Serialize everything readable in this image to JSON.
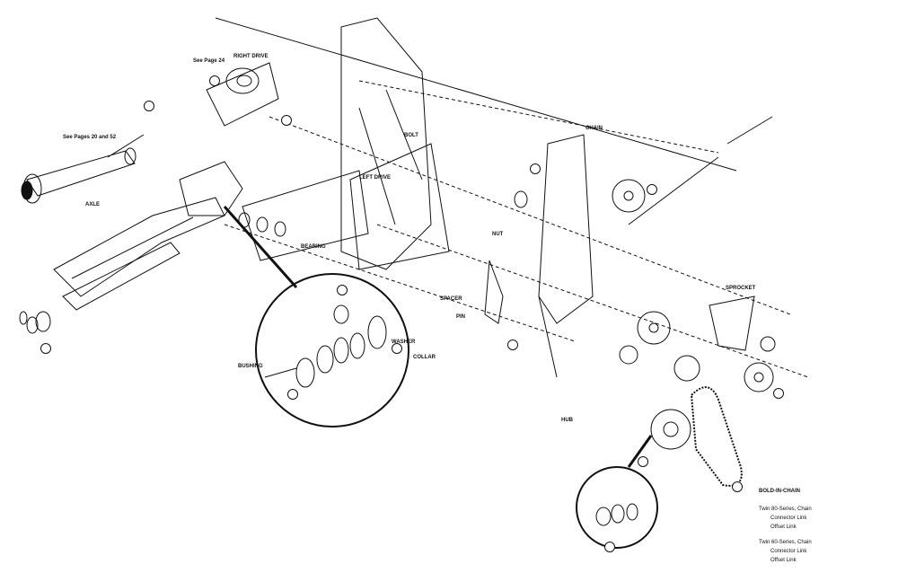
{
  "labels": {
    "see_pages": "See Pages 20 and 52",
    "see_page_top": "See Page 24",
    "r1": "RIGHT DRIVE",
    "r2": "LEFT DRIVE",
    "r3": "AXLE",
    "r4": "CHAIN",
    "r5": "SPROCKET",
    "r6": "BEARING",
    "r7": "SPACER",
    "r8": "WASHER",
    "r9": "BUSHING",
    "r10": "HUB",
    "r11": "COLLAR",
    "r12": "BOLT",
    "r13": "NUT",
    "r14": "PIN"
  },
  "notes": {
    "heading": "BOLD-IN-CHAIN",
    "line1": "Twin 80-Series, Chain",
    "line2": "Connector Link",
    "line3": "Offset Link",
    "line4": "Twin 60-Series, Chain",
    "line5": "Connector Link",
    "line6": "Offset Link"
  },
  "colors": {
    "ink": "#111111",
    "paper": "#ffffff"
  }
}
